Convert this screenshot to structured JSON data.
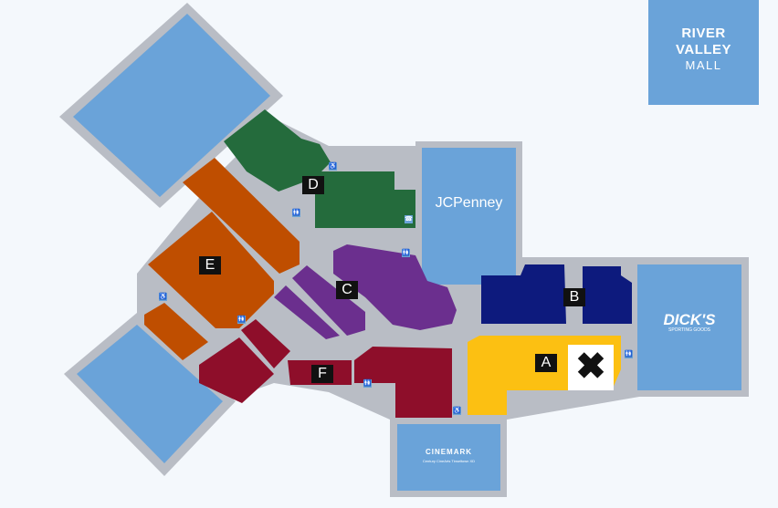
{
  "logo": {
    "line1": "RIVER",
    "line2": "VALLEY",
    "line3": "MALL"
  },
  "anchors": {
    "jcpenney": "JCPenney",
    "dicks": "DICK'S",
    "dicks_sub": "SPORTING GOODS",
    "cinemark": "CINEMARK",
    "cinemark_sub": "Century  CineArts  Tinseltown  XD"
  },
  "zones": {
    "a": "A",
    "b": "B",
    "c": "C",
    "d": "D",
    "e": "E",
    "f": "F"
  },
  "marker": "✖",
  "icons": {
    "restroom": "🚻",
    "accessible": "♿",
    "phone": "☎"
  },
  "colors": {
    "background": "#f4f8fc",
    "concourse": "#b9bdc5",
    "anchor": "#6aa3d9",
    "zone_a": "#fcc012",
    "zone_b": "#0d1a7d",
    "zone_c": "#6b2f8e",
    "zone_d": "#246b3c",
    "zone_e": "#bf4e00",
    "zone_f": "#8e0e2a"
  }
}
